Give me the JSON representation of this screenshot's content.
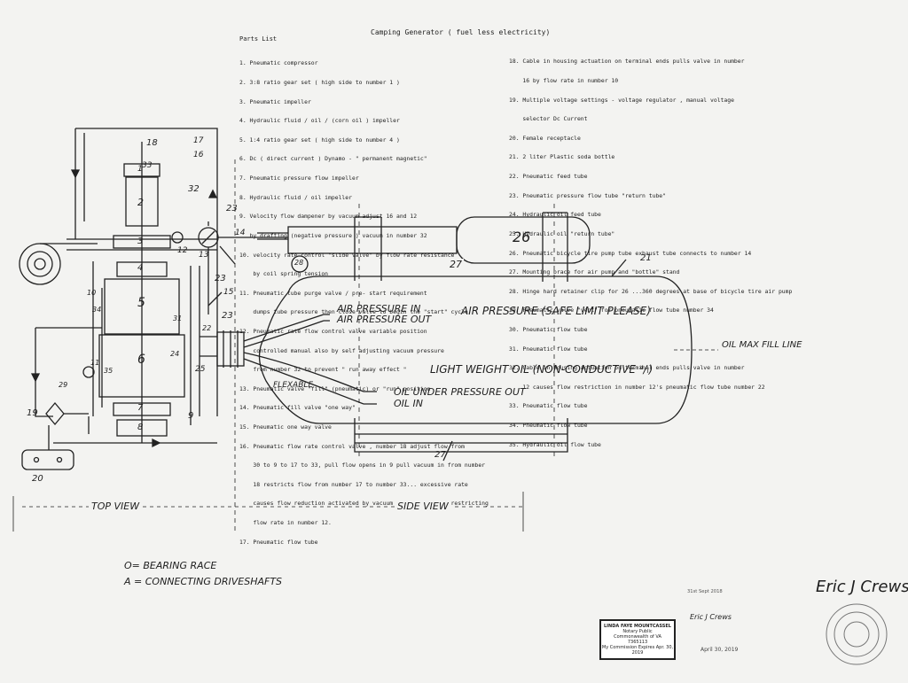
{
  "header": {
    "title": "Camping Generator ( fuel less electricity)",
    "parts_list_title": "Parts List"
  },
  "parts_left": [
    "1. Pneumatic compressor",
    "2. 3:8 ratio gear set ( high side to number 1 )",
    "3. Pneumatic impeller",
    "4. Hydraulic fluid / oil / (corn oil ) impeller",
    "5. 1:4 ratio gear set ( high side to number 4 )",
    "6. Dc ( direct current ) Dynamo - \" permanent magnetic\"",
    "7. Pneumatic pressure flow impeller",
    "8. Hydraulic fluid / oil impeller",
    "9. Velocity flow dampener by vacuum adjust 16 and 12",
    "   by drafting (negative pressure ) vacuum in number 32",
    "10. velocity rate control \"slide valve\" by flow rate resistance",
    "    by coil spring tension",
    "11. Pneumatic tube purge valve / pre- start requirement",
    "    dumps tube pressure then close valve to begin the \"start\" cycle",
    "12. Pneumatic rate flow control valve variable position",
    "    controlled manual also by self adjusting vacuum pressure",
    "    from number 32 to prevent \" run away effect \"",
    "13. Pneumatic valve \"fill\" (pneumatic) or \"run\" position",
    "14. Pneumatic fill valve \"one way\"",
    "15. Pneumatic one way valve",
    "16. Pneumatic flow rate control valve , number 18 adjust flow from",
    "    30 to 9 to 17 to 33, pull flow opens in 9 pull vacuum in from number",
    "    18 restricts flow from number 17 to number 33... excessive rate",
    "    causes flow reduction activated by vacuum in flow tube 32 restricting",
    "    flow rate in number 12.",
    "17. Pneumatic flow tube"
  ],
  "parts_right": [
    "18. Cable in housing actuation on terminal ends pulls valve in number",
    "    16 by flow rate in number 10",
    "19. Multiple voltage settings - voltage regulator , manual voltage",
    "    selector Dc Current",
    "20. Female receptacle",
    "21. 2 liter Plastic soda bottle",
    "22. Pneumatic feed tube",
    "23. Pneumatic pressure flow tube \"return tube\"",
    "24. Hydraulic oil feed tube",
    "25. Hydraulic oil \"return tube\"",
    "26. Pneumatic bicycle tire pump tube exhaust tube connects to number 14",
    "27. Mounting brace for air pump and \"bottle\" stand",
    "28. Hinge hard retainer clip for 26 ...360 degrees at base of bicycle tire air pump",
    "29. Pneumatic valve \"vent\" for pneumatic flow tube number 34",
    "30. Pneumatic flow tube",
    "31. Pneumatic flow tube",
    "32. Cable in housing actuation on terminal ends pulls valve in number",
    "    12 causes flow restriction in number 12's pneumatic flow tube number 22",
    "33. Pneumatic flow tube",
    "34. Pneumatic flow tube",
    "35. Hydraulic oil flow tube"
  ],
  "drawing_labels": {
    "air_pressure_in": "AIR PRESSURE IN",
    "air_pressure_out": "AIR PRESSURE OUT",
    "air_pressure": "AIR PRESSURE (SAFE LIMIT PLEASE)",
    "max_fill": "OIL MAX FILL LINE",
    "light_oil": "LIGHT WEIGHT OIL (NON-CONDUCTIVE ⁴/ₗ)",
    "flexable": "FLEXABLE",
    "oil_under_pressure": "OIL UNDER PRESSURE OUT",
    "oil_in": "OIL IN",
    "top_view": "TOP VIEW",
    "side_view": "SIDE VIEW",
    "legend_bearing": "O= BEARING RACE",
    "legend_shafts": "A = CONNECTING DRIVESHAFTS"
  },
  "part_numbers": {
    "n1": "1",
    "n2": "2",
    "n3": "3",
    "n4": "4",
    "n5": "5",
    "n6": "6",
    "n7": "7",
    "n8": "8",
    "n9": "9",
    "n10": "10",
    "n11": "11",
    "n12": "12",
    "n13": "13",
    "n14": "14",
    "n15": "15",
    "n16": "16",
    "n17": "17",
    "n18": "18",
    "n19": "19",
    "n20": "20",
    "n21": "21",
    "n22": "22",
    "n23a": "23",
    "n23b": "23",
    "n23c": "23",
    "n24": "24",
    "n25": "25",
    "n26": "26",
    "n27a": "27",
    "n27b": "27",
    "n28": "28",
    "n29": "29",
    "n31": "31",
    "n32": "32",
    "n33": "33",
    "n34": "34",
    "n35": "35"
  },
  "notary": {
    "name": "LINDA FAYE MOUNTCASSEL",
    "title": "Notary Public",
    "state": "Commonwealth of VA",
    "reg": "7365113",
    "expires": "My Commission Expires Apr. 30, 2019",
    "date_day": "31st",
    "date_month": "Sept",
    "date_year": "2018",
    "signer": "Eric J Crews",
    "commission": "April 30, 2019",
    "signature": "Eric J Crews"
  }
}
